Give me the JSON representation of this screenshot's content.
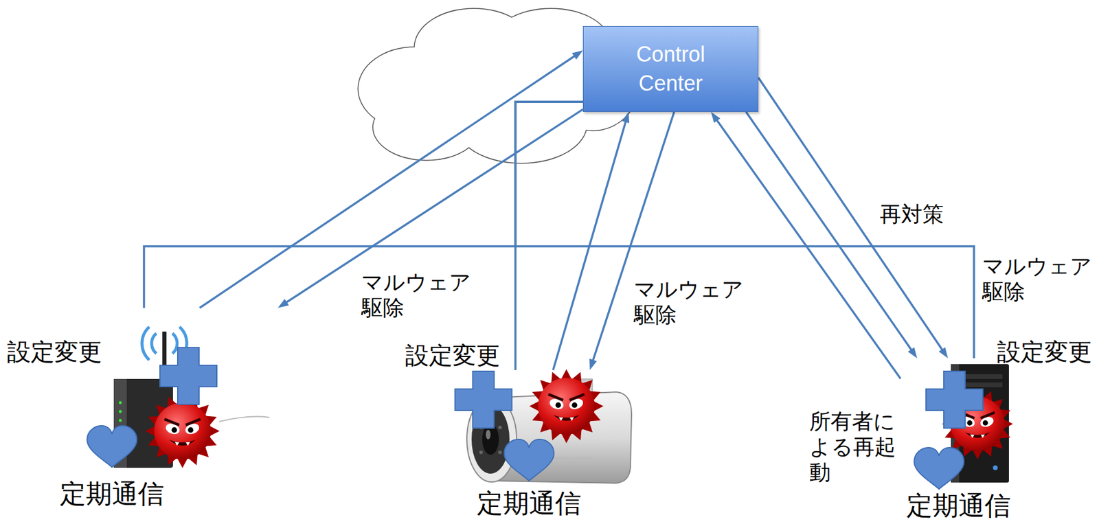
{
  "diagram": {
    "nodes": [
      {
        "text": [
          "Control Center"
        ]
      },
      {
        "text": [
          "定期通信"
        ]
      },
      {
        "text": [
          "定期通信"
        ]
      },
      {
        "text": [
          "定期通信"
        ]
      }
    ],
    "edges": [
      {
        "from": 1,
        "to": 0,
        "arrow": "to"
      },
      {
        "from": 0,
        "to": 1,
        "label": "マルウェア 駆除",
        "arrow": "to"
      },
      {
        "from": 2,
        "to": 0,
        "arrow": "to"
      },
      {
        "from": 0,
        "to": 2,
        "label": "マルウェア 駆除",
        "arrow": "to"
      },
      {
        "from": 3,
        "to": 0,
        "arrow": "to"
      },
      {
        "from": 0,
        "to": 3,
        "label": "再対策",
        "arrow": "to"
      },
      {
        "from": 0,
        "to": 3,
        "label": "マルウェア 駆除",
        "arrow": "to"
      },
      {
        "from": 0,
        "to": 1,
        "arrow": "none"
      },
      {
        "from": 0,
        "to": 2,
        "arrow": "none"
      },
      {
        "from": 0,
        "to": 3,
        "arrow": "none"
      }
    ],
    "labels": [
      "設定変更",
      "設定変更",
      "設定変更",
      "所有者に よる再起 動"
    ]
  }
}
